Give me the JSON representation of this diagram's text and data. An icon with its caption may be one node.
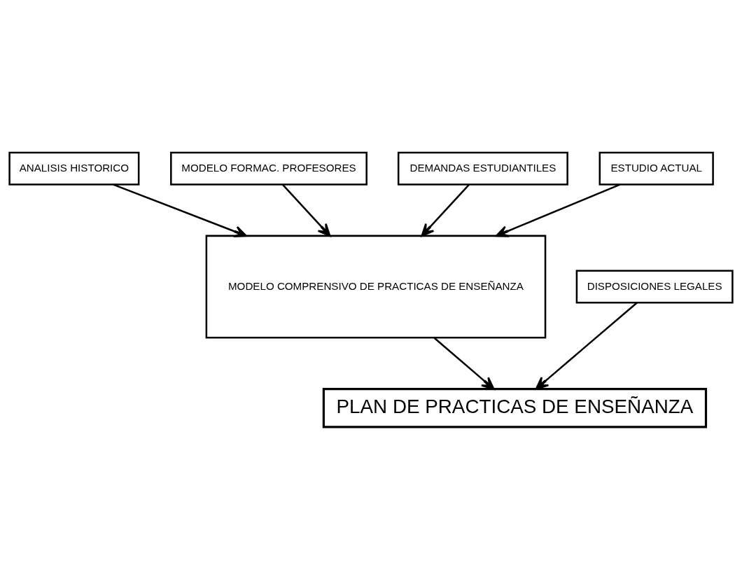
{
  "diagram": {
    "nodes": [
      {
        "text": [
          "MODELO FORMAC. PROFESORES"
        ]
      },
      {
        "text": [
          "DEMANDAS ESTUDIANTILES"
        ]
      },
      {
        "text": [
          "ANALISIS HISTORICO"
        ]
      },
      {
        "text": [
          "ESTUDIO ACTUAL"
        ]
      },
      {
        "text": [
          "MODELO COMPRENSIVO DE PRACTICAS DE ENSEÑANZA"
        ]
      },
      {
        "text": [
          "PLAN DE PRACTICAS DE ENSEÑANZA"
        ]
      },
      {
        "text": [
          "DISPOSICIONES LEGALES"
        ]
      }
    ],
    "edges": [
      {
        "from": 0,
        "to": 4,
        "arrow": "to"
      },
      {
        "from": 1,
        "to": 4,
        "arrow": "to"
      },
      {
        "from": 2,
        "to": 4,
        "arrow": "to"
      },
      {
        "from": 3,
        "to": 4,
        "arrow": "to"
      },
      {
        "from": 4,
        "to": 5,
        "arrow": "to"
      },
      {
        "from": 6,
        "to": 5,
        "arrow": "to"
      }
    ]
  }
}
